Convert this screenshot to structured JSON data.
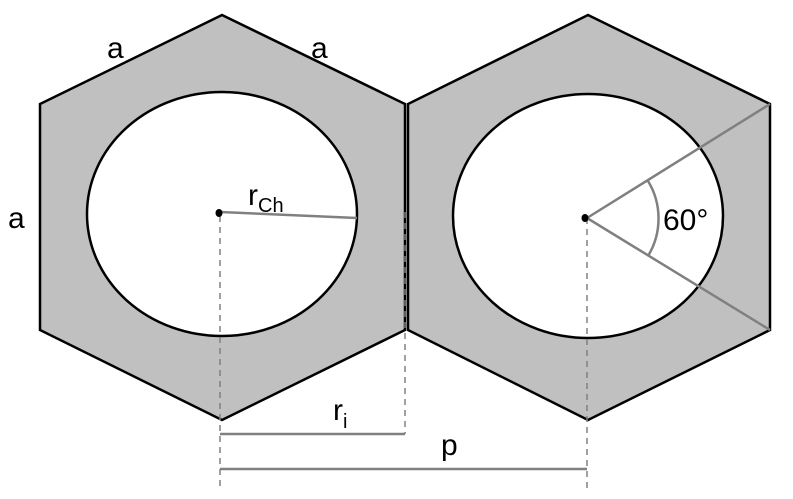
{
  "colors": {
    "hex_fill": "#c0c0c0",
    "outline": "#000000",
    "annotation": "#808080",
    "circle_fill": "#ffffff"
  },
  "labels": {
    "side_top_left": "a",
    "side_top_right": "a",
    "side_left": "a",
    "channel_radius": "r",
    "channel_radius_sub": "Ch",
    "inner_radius": "r",
    "inner_radius_sub": "i",
    "pitch": "p",
    "angle": "60°"
  }
}
